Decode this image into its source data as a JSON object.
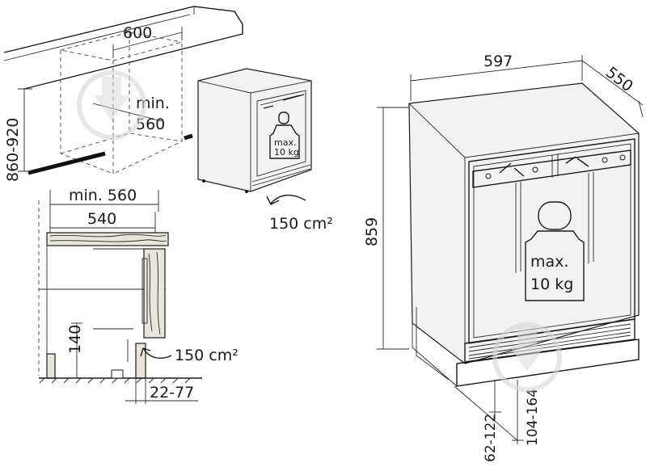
{
  "niche_view": {
    "width_label": "600",
    "depth_label_line1": "min.",
    "depth_label_line2": "560",
    "height_label": "860-920",
    "weight_line1": "max.",
    "weight_line2": "10 kg",
    "vent_label": "150 cm²"
  },
  "side_section": {
    "top_width_label": "min. 560",
    "inner_width_label": "540",
    "height_label": "140",
    "vent_label": "150 cm²",
    "gap_label": "22-77"
  },
  "appliance_view": {
    "width_label": "597",
    "depth_label": "550",
    "height_label": "859",
    "weight_line1": "max.",
    "weight_line2": "10 kg",
    "plinth_label_a": "62-122",
    "plinth_label_b": "104-164"
  }
}
